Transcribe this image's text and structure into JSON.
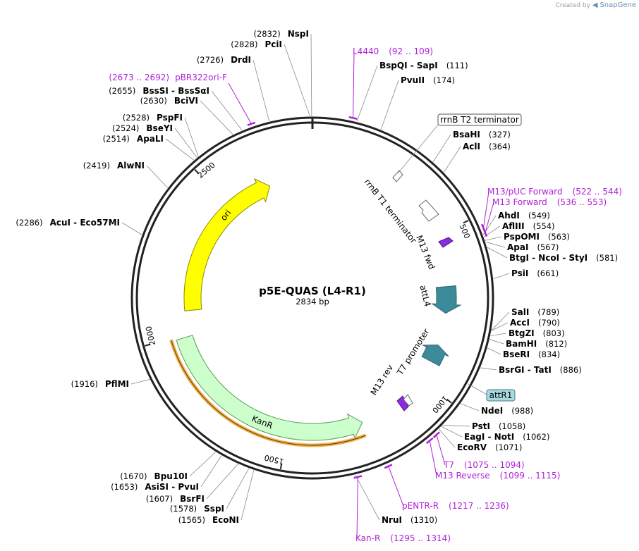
{
  "credit": {
    "prefix": "Created by",
    "brand": "SnapGene"
  },
  "plasmid": {
    "name": "p5E-QUAS (L4-R1)",
    "size": "2834 bp",
    "length": 2834
  },
  "ticks": [
    {
      "bp": 500,
      "label": "500"
    },
    {
      "bp": 1000,
      "label": "1000"
    },
    {
      "bp": 1500,
      "label": "1500"
    },
    {
      "bp": 2000,
      "label": "2000"
    },
    {
      "bp": 2500,
      "label": "2500"
    }
  ],
  "features": [
    {
      "name": "ori",
      "start": 2080,
      "end": 2670,
      "color": "#ffff00",
      "stroke": "#8a8a00",
      "arrow": "cw",
      "r": 170
    },
    {
      "name": "KanR",
      "start": 1245,
      "end": 1990,
      "color": "#ccffcc",
      "stroke": "#5a9a5a",
      "arrow": "ccw",
      "r": 190
    },
    {
      "name": "attL4",
      "start": 670,
      "end": 760,
      "color": "#3d8b9a",
      "stroke": "#2a6673",
      "arrow": "cw",
      "r": 190
    },
    {
      "name": "T7 promoter",
      "start": 870,
      "end": 930,
      "color": "#3d8b9a",
      "stroke": "#2a6673",
      "arrow": "ccw",
      "r": 190
    }
  ],
  "small_features": [
    {
      "name": "rrnB T2 terminator",
      "label": "rrnB T2 terminator",
      "mid": 420
    },
    {
      "name": "rrnB T1 terminator",
      "label": "rrnB T1 terminator",
      "mid": 500
    },
    {
      "name": "M13 fwd",
      "label": "M13 fwd",
      "mid": 560
    },
    {
      "name": "M13 rev",
      "label": "M13 rev",
      "mid": 985
    },
    {
      "name": "attR1",
      "label": "attR1",
      "mid": 975
    }
  ],
  "enzymes": [
    {
      "name": "NspI",
      "pos": "(2832)",
      "bp": 2832
    },
    {
      "name": "PciI",
      "pos": "(2828)",
      "bp": 2828
    },
    {
      "name": "DrdI",
      "pos": "(2726)",
      "bp": 2726
    },
    {
      "name": "BssSI - BssSαI",
      "pos": "(2655)",
      "bp": 2655
    },
    {
      "name": "BciVI",
      "pos": "(2630)",
      "bp": 2630
    },
    {
      "name": "PspFI",
      "pos": "(2528)",
      "bp": 2528
    },
    {
      "name": "BseYI",
      "pos": "(2524)",
      "bp": 2524
    },
    {
      "name": "ApaLI",
      "pos": "(2514)",
      "bp": 2514
    },
    {
      "name": "AlwNI",
      "pos": "(2419)",
      "bp": 2419
    },
    {
      "name": "AcuI - Eco57MI",
      "pos": "(2286)",
      "bp": 2286
    },
    {
      "name": "PflMI",
      "pos": "(1916)",
      "bp": 1916
    },
    {
      "name": "Bpu10I",
      "pos": "(1670)",
      "bp": 1670
    },
    {
      "name": "AsiSI - PvuI",
      "pos": "(1653)",
      "bp": 1653
    },
    {
      "name": "BsrFI",
      "pos": "(1607)",
      "bp": 1607
    },
    {
      "name": "SspI",
      "pos": "(1578)",
      "bp": 1578
    },
    {
      "name": "EcoNI",
      "pos": "(1565)",
      "bp": 1565
    },
    {
      "name": "BspQI - SapI",
      "pos": "(111)",
      "bp": 111
    },
    {
      "name": "PvuII",
      "pos": "(174)",
      "bp": 174
    },
    {
      "name": "BsaHI",
      "pos": "(327)",
      "bp": 327
    },
    {
      "name": "AclI",
      "pos": "(364)",
      "bp": 364
    },
    {
      "name": "AhdI",
      "pos": "(549)",
      "bp": 549
    },
    {
      "name": "AflIII",
      "pos": "(554)",
      "bp": 554
    },
    {
      "name": "PspOMI",
      "pos": "(563)",
      "bp": 563
    },
    {
      "name": "ApaI",
      "pos": "(567)",
      "bp": 567
    },
    {
      "name": "BtgI - NcoI - StyI",
      "pos": "(581)",
      "bp": 581
    },
    {
      "name": "PsiI",
      "pos": "(661)",
      "bp": 661
    },
    {
      "name": "SalI",
      "pos": "(789)",
      "bp": 789
    },
    {
      "name": "AccI",
      "pos": "(790)",
      "bp": 790
    },
    {
      "name": "BtgZI",
      "pos": "(803)",
      "bp": 803
    },
    {
      "name": "BamHI",
      "pos": "(812)",
      "bp": 812
    },
    {
      "name": "BseRI",
      "pos": "(834)",
      "bp": 834
    },
    {
      "name": "BsrGI - TatI",
      "pos": "(886)",
      "bp": 886
    },
    {
      "name": "NdeI",
      "pos": "(988)",
      "bp": 988
    },
    {
      "name": "PstI",
      "pos": "(1058)",
      "bp": 1058
    },
    {
      "name": "EagI - NotI",
      "pos": "(1062)",
      "bp": 1062
    },
    {
      "name": "EcoRV",
      "pos": "(1071)",
      "bp": 1071
    },
    {
      "name": "NruI",
      "pos": "(1310)",
      "bp": 1310
    }
  ],
  "primers": [
    {
      "name": "L4440",
      "range": "(92 .. 109)",
      "bp": 100
    },
    {
      "name": "pBR322ori-F",
      "range": "(2673 .. 2692)",
      "bp": 2682
    },
    {
      "name": "M13/pUC Forward",
      "range": "(522 .. 544)",
      "bp": 533
    },
    {
      "name": "M13 Forward",
      "range": "(536 .. 553)",
      "bp": 545
    },
    {
      "name": "T7",
      "range": "(1075 .. 1094)",
      "bp": 1085
    },
    {
      "name": "M13 Reverse",
      "range": "(1099 .. 1115)",
      "bp": 1107
    },
    {
      "name": "pENTR-R",
      "range": "(1217 .. 1236)",
      "bp": 1226
    },
    {
      "name": "Kan-R",
      "range": "(1295 .. 1314)",
      "bp": 1305
    }
  ],
  "colors": {
    "backbone": "#222222",
    "primer": "#b020d8",
    "attr": "#a8d8e0"
  }
}
